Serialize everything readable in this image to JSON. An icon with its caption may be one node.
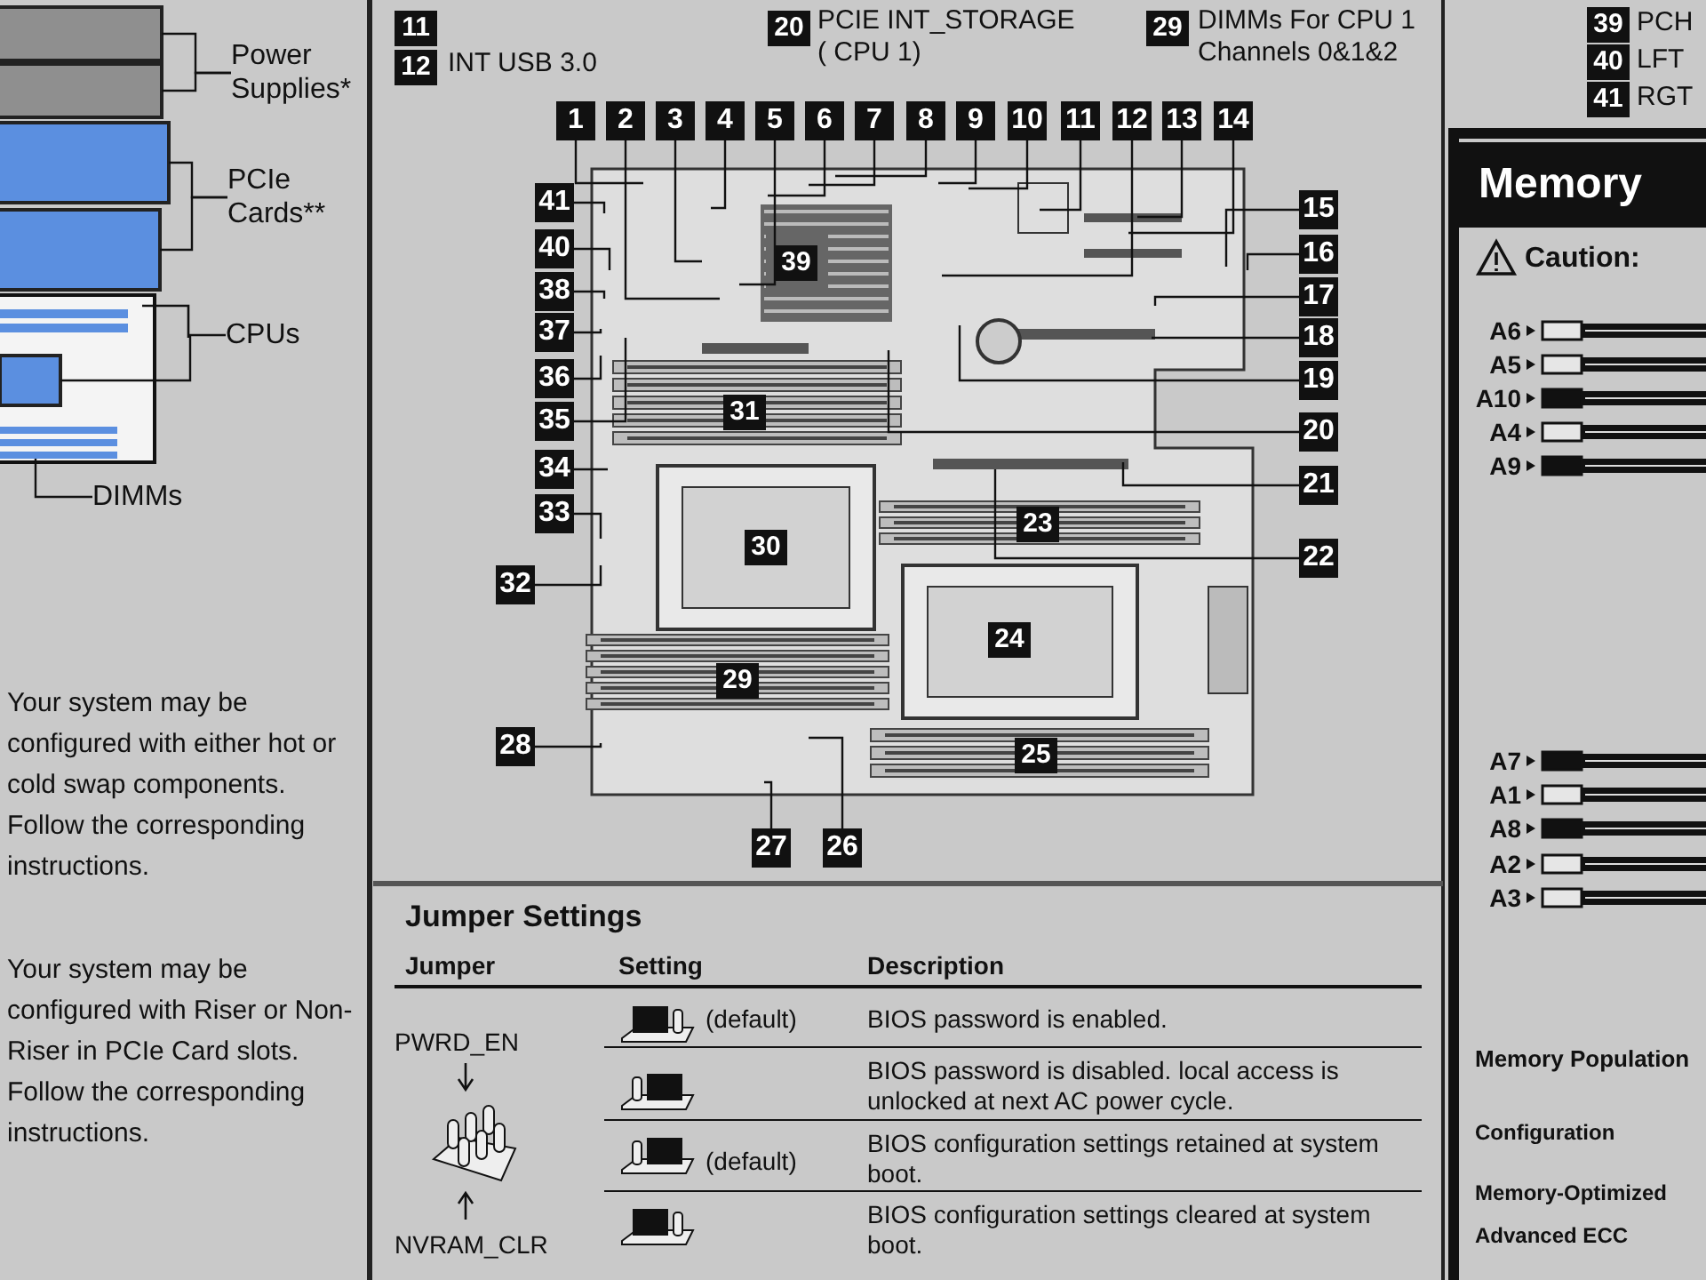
{
  "diagram": {
    "nodes": [
      {
        "text": [
          "Power Supplies*"
        ]
      },
      {
        "text": [
          "PCIe Cards**"
        ]
      },
      {
        "text": [
          "CPUs"
        ]
      },
      {
        "text": [
          "DIMMs"
        ]
      },
      {
        "text": [
          "1"
        ]
      },
      {
        "text": [
          "2"
        ]
      },
      {
        "text": [
          "3"
        ]
      },
      {
        "text": [
          "4"
        ]
      },
      {
        "text": [
          "5"
        ]
      },
      {
        "text": [
          "6"
        ]
      },
      {
        "text": [
          "7"
        ]
      },
      {
        "text": [
          "8"
        ]
      },
      {
        "text": [
          "9"
        ]
      },
      {
        "text": [
          "10"
        ]
      },
      {
        "text": [
          "11"
        ]
      },
      {
        "text": [
          "12"
        ]
      },
      {
        "text": [
          "13"
        ]
      },
      {
        "text": [
          "14"
        ]
      },
      {
        "text": [
          "15"
        ]
      },
      {
        "text": [
          "16"
        ]
      },
      {
        "text": [
          "17"
        ]
      },
      {
        "text": [
          "18"
        ]
      },
      {
        "text": [
          "19"
        ]
      },
      {
        "text": [
          "20"
        ]
      },
      {
        "text": [
          "21"
        ]
      },
      {
        "text": [
          "22"
        ]
      },
      {
        "text": [
          "26"
        ]
      },
      {
        "text": [
          "27"
        ]
      },
      {
        "text": [
          "28"
        ]
      },
      {
        "text": [
          "32"
        ]
      },
      {
        "text": [
          "33"
        ]
      },
      {
        "text": [
          "34"
        ]
      },
      {
        "text": [
          "35"
        ]
      },
      {
        "text": [
          "36"
        ]
      },
      {
        "text": [
          "37"
        ]
      },
      {
        "text": [
          "38"
        ]
      },
      {
        "text": [
          "40"
        ]
      },
      {
        "text": [
          "41"
        ]
      },
      {
        "text": [],
        "shape": "box"
      },
      {
        "text": [],
        "shape": "box"
      },
      {
        "text": [],
        "shape": "box"
      },
      {
        "text": [],
        "shape": "box"
      },
      {
        "text": [],
        "shape": "box"
      },
      {
        "text": [],
        "shape": "box"
      },
      {
        "text": [
          "11"
        ]
      },
      {
        "text": [
          "12"
        ],
        "beside": [
          "INT USB 3.0"
        ]
      },
      {
        "text": [
          "20"
        ],
        "beside": [
          "PCIE INT_STORAGE ( CPU 1)"
        ]
      },
      {
        "text": [
          "29"
        ],
        "beside": [
          "DIMMs For CPU 1 Channels 0&1&2"
        ]
      },
      {
        "text": [
          "39"
        ],
        "beside": [
          "PCH"
        ]
      },
      {
        "text": [
          "40"
        ],
        "beside": [
          "LFT"
        ]
      },
      {
        "text": [
          "41"
        ],
        "beside": [
          "RGT"
        ]
      },
      {
        "text": [
          "39"
        ]
      },
      {
        "text": [
          "31"
        ]
      },
      {
        "text": [
          "30"
        ]
      },
      {
        "text": [
          "23"
        ]
      },
      {
        "text": [
          "24"
        ]
      },
      {
        "text": [
          "29"
        ]
      },
      {
        "text": [
          "25"
        ]
      }
    ],
    "edges": [
      {
        "from": 0,
        "to": 38,
        "arrow": "none"
      },
      {
        "from": 0,
        "to": 39,
        "arrow": "none"
      },
      {
        "from": 1,
        "to": 40,
        "arrow": "none"
      },
      {
        "from": 1,
        "to": 41,
        "arrow": "none"
      },
      {
        "from": 2,
        "to": 42,
        "arrow": "none"
      },
      {
        "from": 3,
        "to": 43,
        "arrow": "none"
      },
      {
        "from": 4,
        "to": null,
        "arrow": "none"
      },
      {
        "from": 5,
        "to": null,
        "arrow": "none"
      },
      {
        "from": 6,
        "to": null,
        "arrow": "none"
      },
      {
        "from": 7,
        "to": null,
        "arrow": "none"
      },
      {
        "from": 8,
        "to": null,
        "arrow": "none"
      },
      {
        "from": 9,
        "to": null,
        "arrow": "none"
      },
      {
        "from": 10,
        "to": null,
        "arrow": "none"
      },
      {
        "from": 11,
        "to": null,
        "arrow": "none"
      },
      {
        "from": 12,
        "to": null,
        "arrow": "none"
      },
      {
        "from": 13,
        "to": null,
        "arrow": "none"
      },
      {
        "from": 14,
        "to": null,
        "arrow": "none"
      },
      {
        "from": 15,
        "to": null,
        "arrow": "none"
      },
      {
        "from": 16,
        "to": null,
        "arrow": "none"
      },
      {
        "from": 17,
        "to": null,
        "arrow": "none"
      },
      {
        "from": 18,
        "to": null,
        "arrow": "none"
      },
      {
        "from": 19,
        "to": null,
        "arrow": "none"
      },
      {
        "from": 20,
        "to": null,
        "arrow": "none"
      },
      {
        "from": 21,
        "to": null,
        "arrow": "none"
      },
      {
        "from": 22,
        "to": null,
        "arrow": "none"
      },
      {
        "from": 23,
        "to": null,
        "arrow": "none"
      },
      {
        "from": 24,
        "to": null,
        "arrow": "none"
      },
      {
        "from": 25,
        "to": null,
        "arrow": "none"
      },
      {
        "from": 26,
        "to": null,
        "arrow": "none"
      },
      {
        "from": 27,
        "to": null,
        "arrow": "none"
      },
      {
        "from": 28,
        "to": null,
        "arrow": "none"
      },
      {
        "from": 29,
        "to": null,
        "arrow": "none"
      },
      {
        "from": 30,
        "to": null,
        "arrow": "none"
      },
      {
        "from": 31,
        "to": null,
        "arrow": "none"
      },
      {
        "from": 32,
        "to": null,
        "arrow": "none"
      },
      {
        "from": 33,
        "to": null,
        "arrow": "none"
      },
      {
        "from": 34,
        "to": null,
        "arrow": "none"
      },
      {
        "from": 35,
        "to": null,
        "arrow": "none"
      },
      {
        "from": 36,
        "to": null,
        "arrow": "none"
      },
      {
        "from": 37,
        "to": null,
        "arrow": "none"
      }
    ],
    "labels": [
      "Your system may be configured with either hot or cold swap components. Follow the corresponding instructions.",
      "Your system may be configured with Riser or Non-Riser in PCIe Card slots. Follow the corresponding instructions.",
      "Jumper Settings",
      "Jumper",
      "Setting",
      "Description",
      "PWRD_EN",
      "(default)",
      "BIOS password is enabled.",
      "BIOS password is disabled. local access is unlocked at next AC power cycle.",
      "(default)",
      "BIOS configuration settings retained at system boot.",
      "NVRAM_CLR",
      "BIOS configuration settings cleared at system boot.",
      "Memory",
      "Caution:",
      "A6",
      "A5",
      "A10",
      "A4",
      "A9",
      "A7",
      "A1",
      "A8",
      "A2",
      "A3",
      "Memory Population",
      "Configuration",
      "Memory-Optimized",
      "Advanced ECC"
    ]
  }
}
